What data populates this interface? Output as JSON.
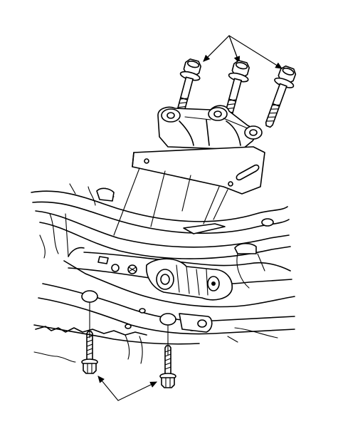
{
  "figure": {
    "type": "exploded-assembly-illustration",
    "upper_bolt_count": 3,
    "lower_bolt_count": 2,
    "line_color": "#000000",
    "background_color": "#ffffff"
  }
}
